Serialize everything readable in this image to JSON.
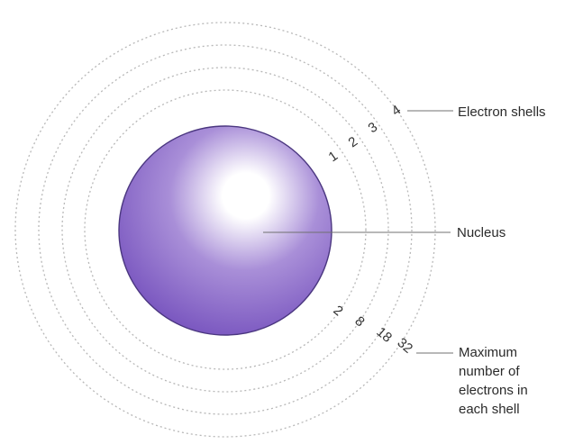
{
  "labels": {
    "electron_shells": "Electron shells",
    "nucleus": "Nucleus",
    "max_electrons": [
      "Maximum",
      "number of",
      "electrons in",
      "each shell"
    ]
  },
  "shell_numbers": [
    "1",
    "2",
    "3",
    "4"
  ],
  "max_per_shell": [
    "2",
    "8",
    "18",
    "32"
  ],
  "colors": {
    "nucleus_highlight": "#ffffff",
    "nucleus_mid": "#a98fd8",
    "nucleus_dark": "#6b45b8",
    "nucleus_outline": "#4b3780",
    "shell_stroke": "#b8b8b8"
  }
}
